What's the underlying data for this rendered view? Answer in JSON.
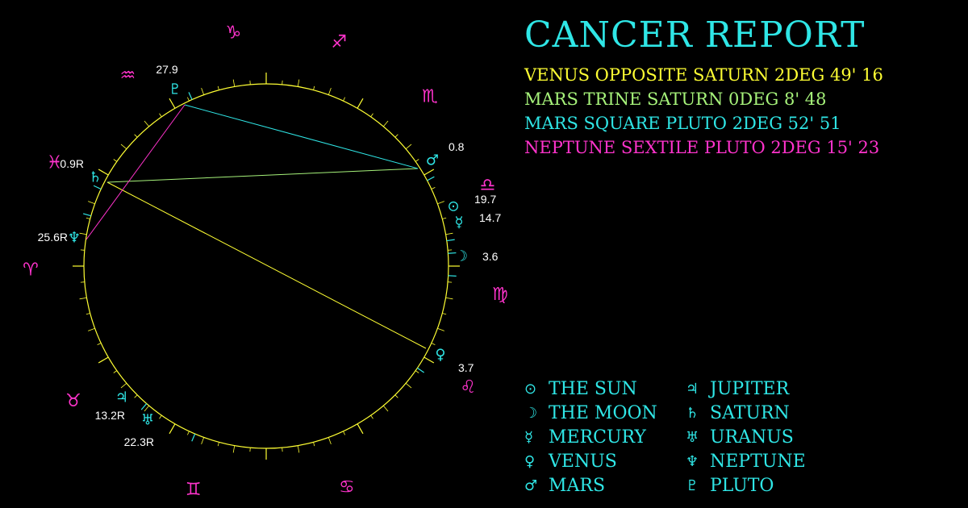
{
  "report": {
    "title": "CANCER REPORT"
  },
  "aspects": [
    {
      "text": "VENUS OPPOSITE SATURN 2DEG 49' 16",
      "color": "#ffff33"
    },
    {
      "text": "MARS TRINE SATURN 0DEG 8' 48",
      "color": "#a6f27a"
    },
    {
      "text": "MARS SQUARE PLUTO 2DEG 52' 51",
      "color": "#2fe6e6"
    },
    {
      "text": "NEPTUNE SEXTILE PLUTO 2DEG 15' 23",
      "color": "#ff33cc"
    }
  ],
  "chart_data": {
    "type": "astrological-wheel",
    "ring_color": "#ffff33",
    "zodiac_color": "#ff33cc",
    "planet_color": "#2fe6e6",
    "label_color": "#ffffff",
    "zodiac_signs": [
      {
        "name": "capricorn",
        "glyph": "♑"
      },
      {
        "name": "sagittarius",
        "glyph": "♐"
      },
      {
        "name": "scorpio",
        "glyph": "♏"
      },
      {
        "name": "libra",
        "glyph": "♎"
      },
      {
        "name": "virgo",
        "glyph": "♍"
      },
      {
        "name": "leo",
        "glyph": "♌"
      },
      {
        "name": "cancer",
        "glyph": "♋"
      },
      {
        "name": "gemini",
        "glyph": "♊"
      },
      {
        "name": "taurus",
        "glyph": "♉"
      },
      {
        "name": "aries",
        "glyph": "♈"
      },
      {
        "name": "pisces",
        "glyph": "♓"
      },
      {
        "name": "aquarius",
        "glyph": "♒"
      }
    ],
    "planets": [
      {
        "name": "pluto",
        "glyph": "♇",
        "label": "27.9"
      },
      {
        "name": "mars",
        "glyph": "♂",
        "label": "0.8"
      },
      {
        "name": "saturn",
        "glyph": "♄",
        "label": "0.9R"
      },
      {
        "name": "sun",
        "glyph": "⊙",
        "label": "19.7"
      },
      {
        "name": "mercury",
        "glyph": "☿",
        "label": "14.7"
      },
      {
        "name": "moon",
        "glyph": "☽",
        "label": "3.6"
      },
      {
        "name": "neptune",
        "glyph": "♆",
        "label": "25.6R"
      },
      {
        "name": "venus",
        "glyph": "♀",
        "label": "3.7"
      },
      {
        "name": "jupiter",
        "glyph": "♃",
        "label": "13.2R"
      },
      {
        "name": "uranus",
        "glyph": "♅",
        "label": "22.3R"
      }
    ],
    "aspect_lines": [
      {
        "from": "venus",
        "to": "saturn",
        "color": "#ffff33"
      },
      {
        "from": "mars",
        "to": "saturn",
        "color": "#a6f27a"
      },
      {
        "from": "mars",
        "to": "pluto",
        "color": "#2fe6e6"
      },
      {
        "from": "neptune",
        "to": "pluto",
        "color": "#ff33cc"
      }
    ]
  },
  "legend": {
    "left": [
      {
        "glyph": "⊙",
        "label": "THE SUN",
        "icon": "sun-icon"
      },
      {
        "glyph": "☽",
        "label": "THE MOON",
        "icon": "moon-icon"
      },
      {
        "glyph": "☿",
        "label": "MERCURY",
        "icon": "mercury-icon"
      },
      {
        "glyph": "♀",
        "label": "VENUS",
        "icon": "venus-icon"
      },
      {
        "glyph": "♂",
        "label": "MARS",
        "icon": "mars-icon"
      }
    ],
    "right": [
      {
        "glyph": "♃",
        "label": "JUPITER",
        "icon": "jupiter-icon"
      },
      {
        "glyph": "♄",
        "label": "SATURN",
        "icon": "saturn-icon"
      },
      {
        "glyph": "♅",
        "label": "URANUS",
        "icon": "uranus-icon"
      },
      {
        "glyph": "♆",
        "label": "NEPTUNE",
        "icon": "neptune-icon"
      },
      {
        "glyph": "♇",
        "label": "PLUTO",
        "icon": "pluto-icon"
      }
    ]
  }
}
